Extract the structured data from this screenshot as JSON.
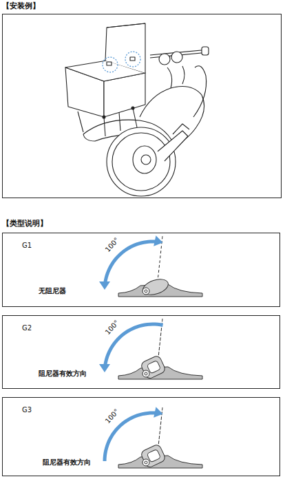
{
  "diagram": {
    "nodes": [
      {
        "text": [
          "G1",
          "100°",
          "无阻尼器"
        ]
      },
      {
        "text": [
          "G2",
          "100°",
          "阻尼器有效方向"
        ]
      },
      {
        "text": [
          "G3",
          "100°",
          "阻尼器有效方向"
        ]
      }
    ],
    "labels": [
      "【安装例】",
      "【类型说明】"
    ]
  }
}
